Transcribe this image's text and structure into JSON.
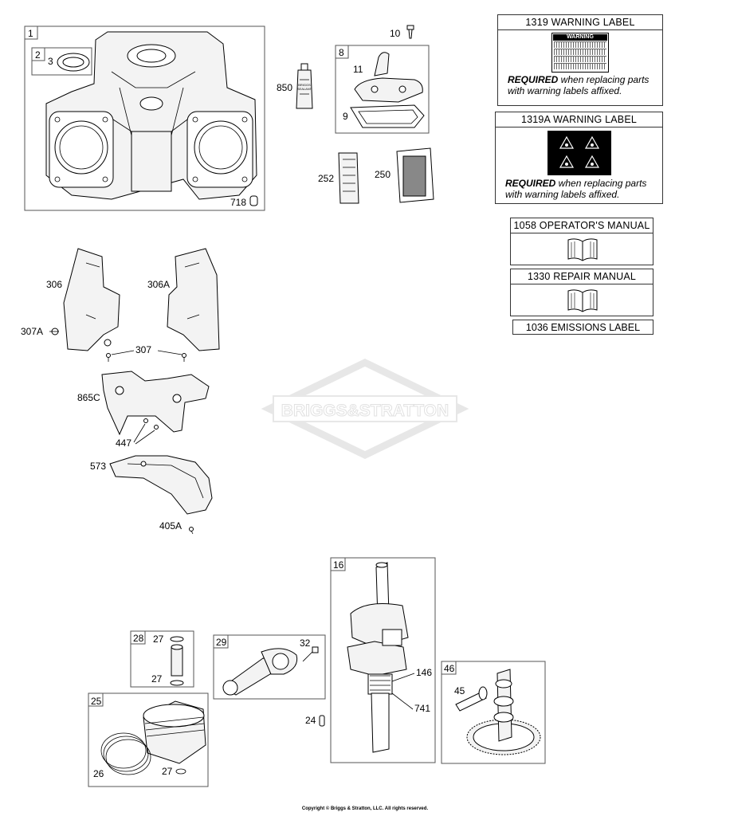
{
  "watermark": "BRIGGS&STRATTON",
  "boxes": {
    "b1": "1",
    "b2": "2",
    "b8": "8",
    "b16": "16",
    "b25": "25",
    "b28": "28",
    "b29": "29",
    "b46": "46"
  },
  "callouts": {
    "c3": "3",
    "c718": "718",
    "c10": "10",
    "c11": "11",
    "c9": "9",
    "c850": "850",
    "c252": "252",
    "c250": "250",
    "c306": "306",
    "c306A": "306A",
    "c307A": "307A",
    "c307": "307",
    "c865C": "865C",
    "c447": "447",
    "c573": "573",
    "c405A": "405A",
    "c27a": "27",
    "c27b": "27",
    "c32": "32",
    "c146": "146",
    "c741": "741",
    "c24": "24",
    "c45": "45",
    "c26": "26",
    "c27c": "27"
  },
  "tube_text": "BRIGGS\nSEALANT",
  "labels": {
    "l1319": {
      "title": "1319 WARNING LABEL",
      "sticker_head": "WARNING",
      "req_bold": "REQUIRED",
      "req_text": " when replacing parts",
      "req_line2": "with warning labels affixed."
    },
    "l1319A": {
      "title": "1319A WARNING LABEL",
      "req_bold": "REQUIRED",
      "req_text": " when replacing parts",
      "req_line2": "with warning labels affixed."
    },
    "l1058": {
      "title": "1058 OPERATOR'S MANUAL"
    },
    "l1330": {
      "title": "1330 REPAIR MANUAL"
    },
    "l1036": {
      "title": "1036 EMISSIONS LABEL"
    }
  },
  "footer": "Copyright © Briggs & Stratton, LLC. All rights reserved."
}
